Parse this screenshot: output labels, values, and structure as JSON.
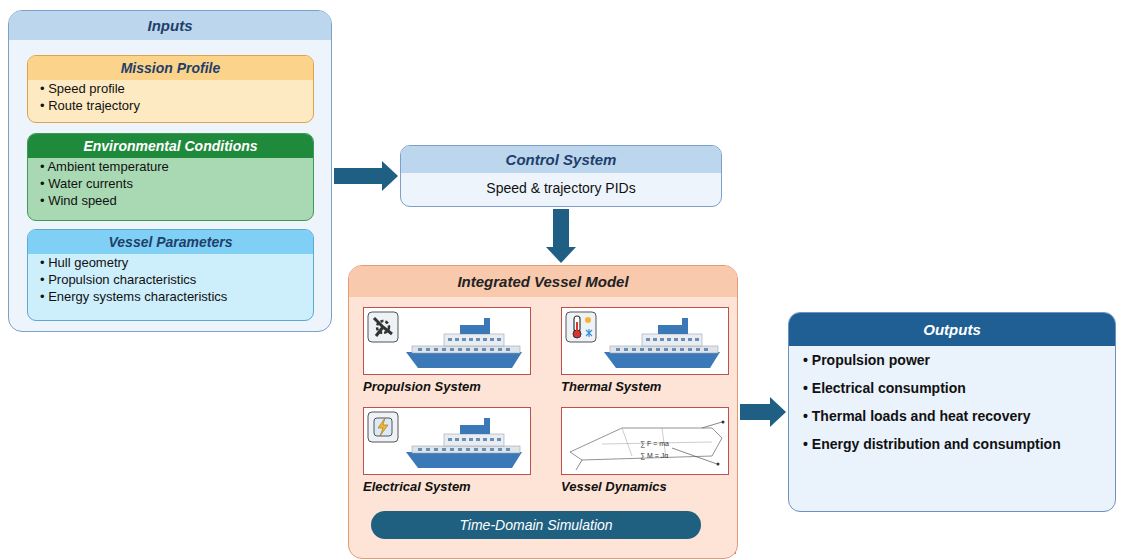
{
  "diagram": {
    "nodes": [
      {
        "text": [
          "Inputs"
        ]
      },
      {
        "text": [
          "Mission Profile",
          "• Speed profile",
          "• Route trajectory"
        ],
        "in": 0
      },
      {
        "text": [
          "Environmental Conditions",
          "• Ambient temperature",
          "• Water currents",
          "• Wind speed"
        ],
        "in": 0
      },
      {
        "text": [
          "Vessel Parameters",
          "• Hull geometry",
          "• Propulsion characteristics",
          "• Energy systems characteristics"
        ],
        "in": 0
      },
      {
        "text": [
          "Control System",
          "Speed & trajectory PIDs"
        ]
      },
      {
        "text": [
          "Integrated Vessel Model"
        ]
      },
      {
        "text": [
          "Propulsion System"
        ],
        "in": 5
      },
      {
        "text": [
          "Thermal System"
        ],
        "in": 5
      },
      {
        "text": [
          "Electrical System"
        ],
        "in": 5
      },
      {
        "text": [
          "Vessel Dynamics"
        ],
        "in": 5
      },
      {
        "text": [
          "Time-Domain Simulation"
        ],
        "in": 5
      },
      {
        "text": [
          "Outputs",
          "• Propulsion power",
          "• Electrical consumption",
          "• Thermal loads and heat recovery",
          "• Energy distribution and consumption"
        ]
      }
    ],
    "edges": [
      {
        "from": 0,
        "to": 4,
        "arrow": "to"
      },
      {
        "from": 4,
        "to": 5,
        "arrow": "to"
      },
      {
        "from": 5,
        "to": 11,
        "arrow": "to"
      }
    ],
    "labels": [
      "∑ F = ma",
      "∑ M = Jα"
    ]
  }
}
